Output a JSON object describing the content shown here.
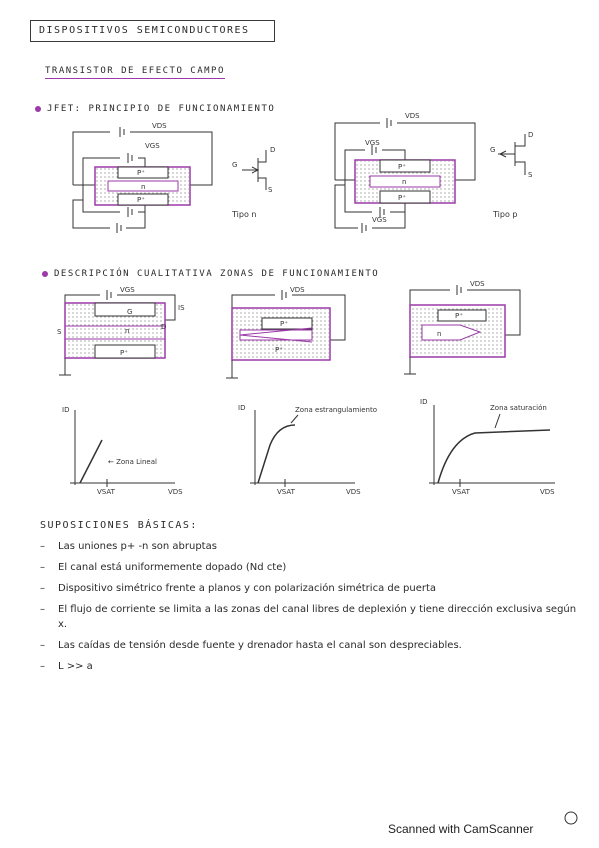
{
  "page": {
    "title": "DISPOSITIVOS SEMICONDUCTORES",
    "subtitle": "TRANSISTOR DE EFECTO CAMPO"
  },
  "sections": {
    "jfet": "JFET: PRINCIPIO DE FUNCIONAMIENTO",
    "description": "DESCRIPCIÓN CUALITATIVA ZONAS DE FUNCIONAMIENTO"
  },
  "diagrams": {
    "vgs": "VGS",
    "vds": "VDS",
    "p_plus": "P⁺",
    "n": "n",
    "g": "G",
    "d": "D",
    "s": "S",
    "tipo_n": "Tipo n",
    "tipo_p": "Tipo p",
    "is_label": "IS"
  },
  "graphs": {
    "id": "ID",
    "vds_axis": "VDS",
    "vsat": "VSAT",
    "zona_lineal": "← Zona Lineal",
    "zona_estrangulamiento": "Zona estrangulamiento",
    "zona_saturacion": "Zona saturación"
  },
  "suppositions": {
    "title": "SUPOSICIONES BÁSICAS:",
    "items": [
      "Las uniones p+ -n son abruptas",
      "El canal está uniformemente dopado (Nd cte)",
      "Dispositivo simétrico frente a planos y con polarización simétrica de puerta",
      "El flujo de corriente se limita a las zonas del canal libres de deplexión y tiene dirección exclusiva según x.",
      "Las caídas de tensión desde fuente y drenador hasta el canal son despreciables.",
      "L >> a"
    ]
  },
  "footer": "Scanned with CamScanner",
  "colors": {
    "accent": "#9b3aa8",
    "ink": "#2a2a2a"
  }
}
